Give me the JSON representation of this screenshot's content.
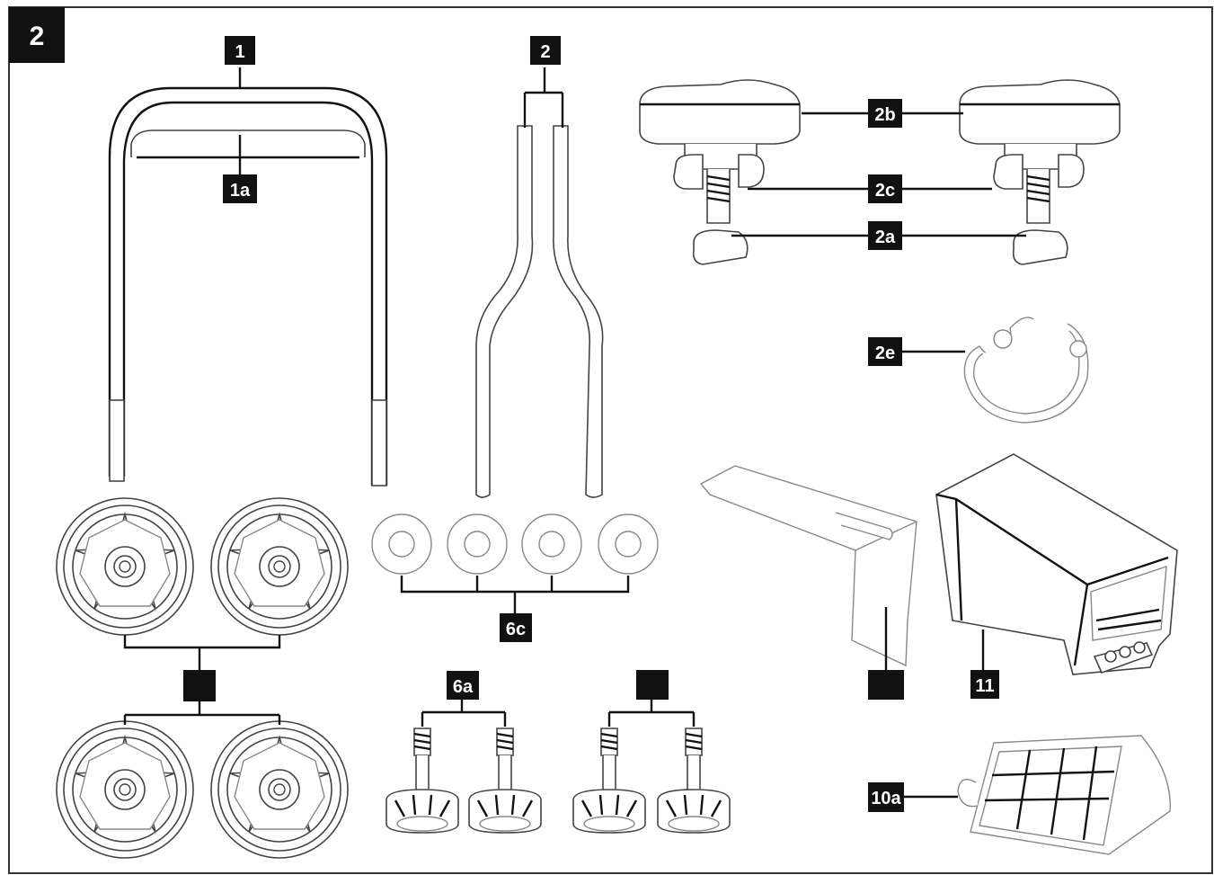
{
  "figure_number": "2",
  "labels": {
    "l1": "1",
    "l1a": "1a",
    "l2": "2",
    "l2a": "2a",
    "l2b": "2b",
    "l2c": "2c",
    "l2e": "2e",
    "l6a": "6a",
    "l6c": "6c",
    "l10a": "10a",
    "l11": "11",
    "wheels": "",
    "screws": "",
    "plate": ""
  },
  "colors": {
    "ink": "#111111",
    "line": "#444444",
    "background": "#ffffff"
  }
}
